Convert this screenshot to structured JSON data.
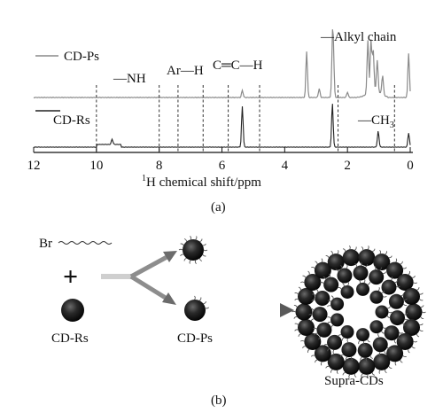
{
  "panel_a": {
    "legend": {
      "top": "CD-Ps",
      "bottom": "CD-Rs"
    },
    "annotations": {
      "nh": "—NH",
      "arh": "Ar—H",
      "alkene": "C═C—H",
      "alkyl": "—Alkyl chain",
      "ch3_prefix": "—CH",
      "ch3_sub": "3"
    },
    "x_axis": {
      "ticks": [
        "12",
        "10",
        "8",
        "6",
        "4",
        "2",
        "0"
      ],
      "label_sup": "1",
      "label_main": "H chemical shift/ppm"
    },
    "marker_ppm": [
      10,
      8,
      7.4,
      6.6,
      5.8,
      4.8,
      2.3,
      0.5
    ],
    "caption": "(a)"
  },
  "panel_b": {
    "reagent": "Br",
    "plus": "+",
    "labels": {
      "start": "CD-Rs",
      "product": "CD-Ps",
      "assembly": "Supra-CDs"
    },
    "caption": "(b)"
  }
}
